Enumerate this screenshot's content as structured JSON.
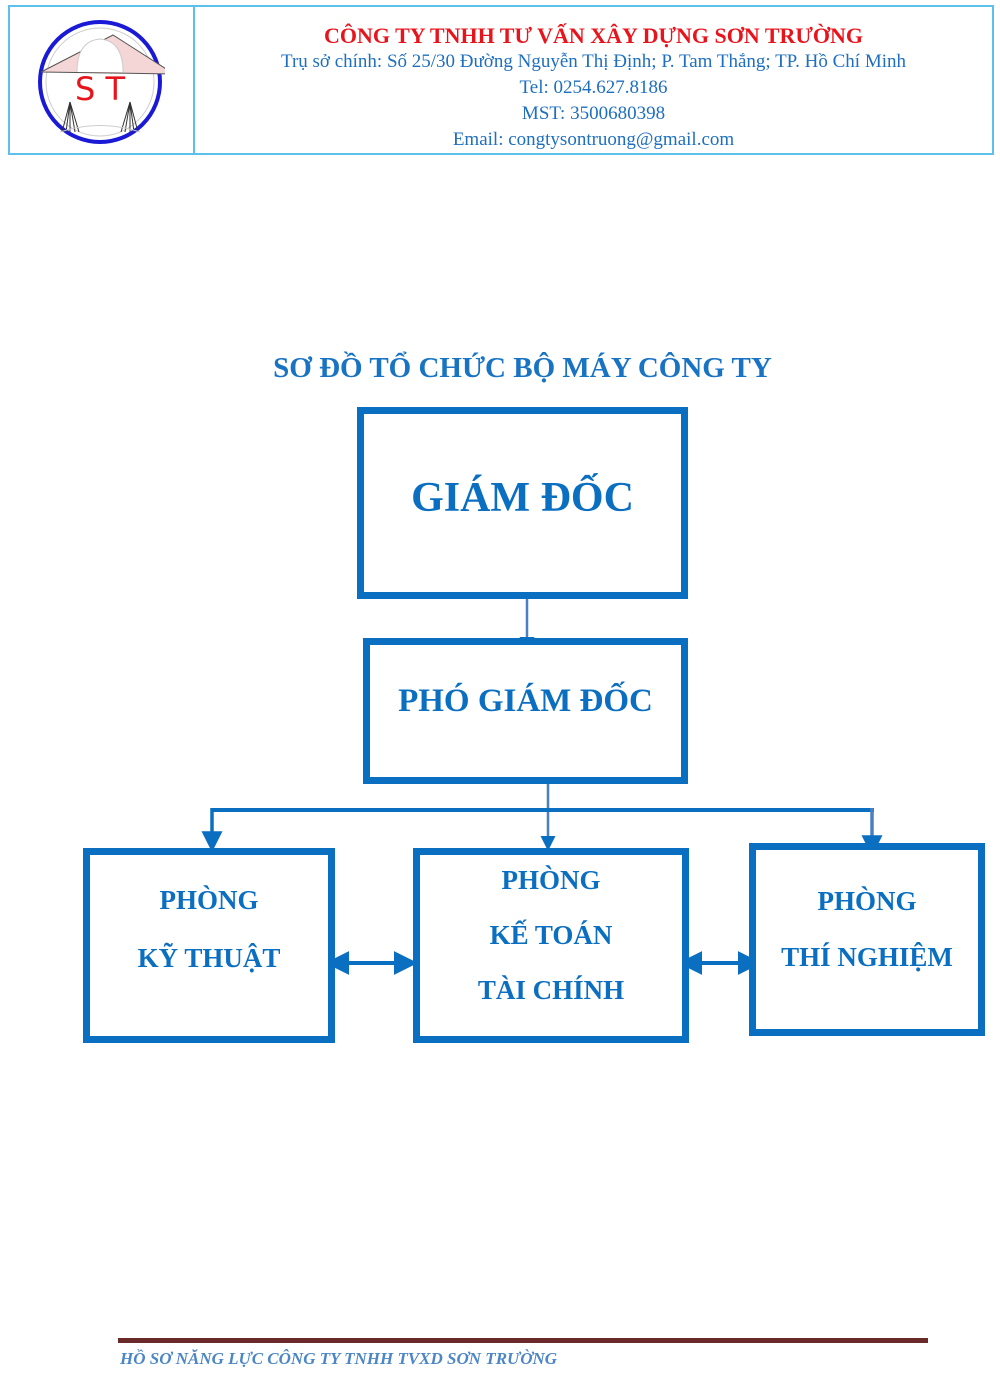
{
  "header": {
    "logo": {
      "icon": "company-logo-st",
      "letters": "S T"
    },
    "company_name": "CÔNG TY TNHH TƯ VẤN XÂY DỰNG SƠN TRƯỜNG",
    "address": "Trụ sở chính: Số 25/30 Đường Nguyễn Thị Định; P. Tam Thắng; TP. Hồ Chí Minh",
    "tel": "Tel: 0254.627.8186",
    "tax_code": "MST: 3500680398",
    "email": "Email: congtysontruong@gmail.com"
  },
  "org_chart": {
    "title": "SƠ ĐỒ TỔ CHỨC BỘ MÁY CÔNG TY",
    "director": "GIÁM ĐỐC",
    "deputy_director": "PHÓ GIÁM ĐỐC",
    "departments": [
      {
        "lines": [
          "PHÒNG",
          "KỸ THUẬT"
        ]
      },
      {
        "lines": [
          "PHÒNG",
          "KẾ TOÁN",
          "TÀI CHÍNH"
        ]
      },
      {
        "lines": [
          "PHÒNG",
          "THÍ NGHIỆM"
        ]
      }
    ]
  },
  "colors": {
    "primary_blue": "#0b6fc1",
    "company_red": "#e8141c",
    "footer_rule": "#6b2a2a"
  },
  "footer": {
    "text": "HỒ SƠ NĂNG LỰC CÔNG TY TNHH TVXD SƠN TRƯỜNG"
  }
}
